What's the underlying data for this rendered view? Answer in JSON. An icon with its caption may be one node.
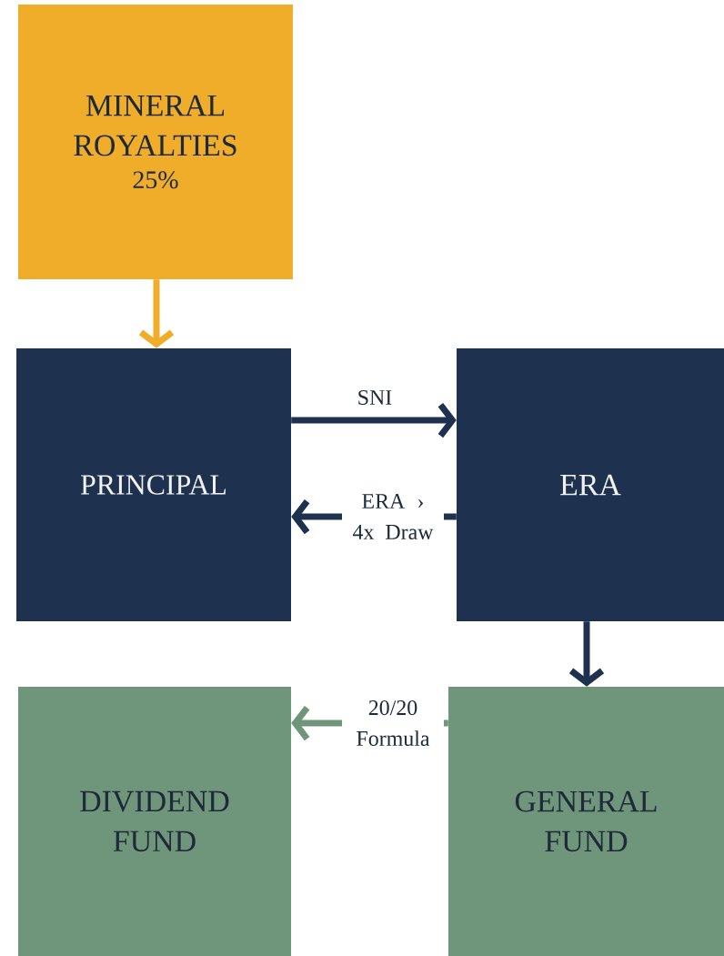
{
  "diagram": {
    "nodes": [
      {
        "text": [
          "MINERAL ROYALTIES",
          "25%"
        ]
      },
      {
        "text": [
          "PRINCIPAL"
        ]
      },
      {
        "text": [
          "ERA"
        ]
      },
      {
        "text": [
          "DIVIDEND FUND"
        ]
      },
      {
        "text": [
          "GENERAL FUND"
        ]
      }
    ],
    "edges": [
      {
        "from": 0,
        "to": 1,
        "arrow": "to",
        "color": "#f0ad2a"
      },
      {
        "from": 1,
        "to": 2,
        "arrow": "to",
        "label": "SNI"
      },
      {
        "from": 2,
        "to": 1,
        "arrow": "to",
        "label": "ERA › 4x Draw"
      },
      {
        "from": 2,
        "to": 4,
        "arrow": "to"
      },
      {
        "from": 4,
        "to": 3,
        "arrow": "to",
        "label": "20/20 Formula",
        "color": "#6f957a"
      }
    ]
  }
}
